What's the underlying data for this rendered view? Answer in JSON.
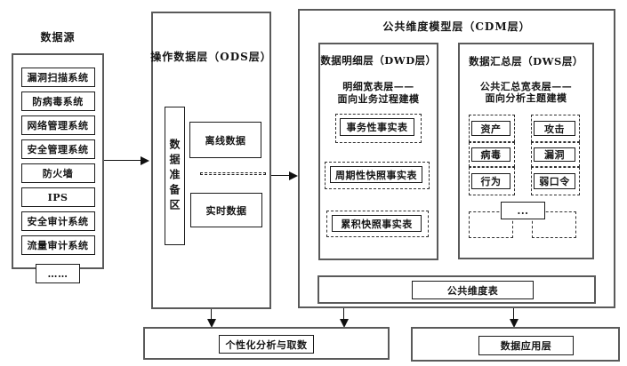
{
  "source": {
    "title": "数据源",
    "items": [
      "漏洞扫描系统",
      "防病毒系统",
      "网络管理系统",
      "安全管理系统",
      "防火墙",
      "IPS",
      "安全审计系统",
      "流量审计系统",
      "……"
    ]
  },
  "ods": {
    "title": "操作数据层（ODS层）",
    "staging": "数据准备区",
    "offline": "离线数据",
    "realtime": "实时数据"
  },
  "cdm": {
    "title": "公共维度模型层（CDM层）",
    "dwd": {
      "title": "数据明细层（DWD层）",
      "subtitle1": "明细宽表层——",
      "subtitle2": "面向业务过程建模",
      "tables": [
        "事务性事实表",
        "周期性快照事实表",
        "累积快照事实表"
      ]
    },
    "dws": {
      "title": "数据汇总层（DWS层）",
      "subtitle1": "公共汇总宽表层——",
      "subtitle2": "面向分析主题建模",
      "topics": [
        "资产",
        "攻击",
        "病毒",
        "漏洞",
        "行为",
        "弱口令"
      ],
      "ellipsis": "..."
    },
    "dim_table": "公共维度表"
  },
  "bottom": {
    "left": "个性化分析与取数",
    "right": "数据应用层"
  },
  "colors": {
    "background": "#ffffff",
    "container_border": "#5a5a5a",
    "box_border": "#1a1a1a",
    "arrow": "#111111"
  }
}
